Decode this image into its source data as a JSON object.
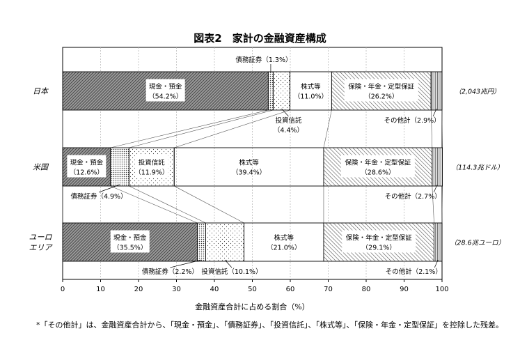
{
  "chart_data": {
    "type": "bar",
    "orientation": "horizontal",
    "stacked": true,
    "title": "図表2　家計の金融資産構成",
    "xlabel": "金融資産合計に占める割合（%）",
    "xlim": [
      0,
      100
    ],
    "xticks": [
      "0",
      "10",
      "20",
      "30",
      "40",
      "50",
      "60",
      "70",
      "80",
      "90",
      "100"
    ],
    "grid": "vertical",
    "categories": [
      "日本",
      "米国",
      "ユーロ\nエリア"
    ],
    "category_lines": [
      [
        "日本"
      ],
      [
        "米国"
      ],
      [
        "ユーロ",
        "エリア"
      ]
    ],
    "totals": [
      "（2,043兆円）",
      "（114.3兆ドル）",
      "（28.6兆ユーロ）"
    ],
    "series": [
      {
        "name": "現金・預金",
        "values": [
          54.2,
          12.6,
          35.5
        ],
        "pattern": "diag-dense"
      },
      {
        "name": "債務証券",
        "values": [
          1.3,
          4.9,
          2.2
        ],
        "pattern": "dots-dense"
      },
      {
        "name": "投資信託",
        "values": [
          4.4,
          11.9,
          10.1
        ],
        "pattern": "dots-sparse"
      },
      {
        "name": "株式等",
        "values": [
          11.0,
          39.4,
          21.0
        ],
        "pattern": "white"
      },
      {
        "name": "保険・年金・定型保証",
        "values": [
          26.2,
          28.6,
          29.1
        ],
        "pattern": "diag-sparse"
      },
      {
        "name": "その他計",
        "values": [
          2.9,
          2.7,
          2.1
        ],
        "pattern": "vertical"
      }
    ],
    "inside_labels": [
      {
        "bar": 0,
        "series": 0,
        "name": "現金・預金",
        "pct": "（54.2%）"
      },
      {
        "bar": 0,
        "series": 3,
        "name": "株式等",
        "pct": "（11.0%）"
      },
      {
        "bar": 0,
        "series": 4,
        "name": "保険・年金・定型保証",
        "pct": "（26.2%）"
      },
      {
        "bar": 1,
        "series": 0,
        "name": "現金・預金",
        "pct": "（12.6%）"
      },
      {
        "bar": 1,
        "series": 2,
        "name": "投資信託",
        "pct": "（11.9%）"
      },
      {
        "bar": 1,
        "series": 3,
        "name": "株式等",
        "pct": "（39.4%）"
      },
      {
        "bar": 1,
        "series": 4,
        "name": "保険・年金・定型保証",
        "pct": "（28.6%）"
      },
      {
        "bar": 2,
        "series": 0,
        "name": "現金・預金",
        "pct": "（35.5%）"
      },
      {
        "bar": 2,
        "series": 3,
        "name": "株式等",
        "pct": "（21.0%）"
      },
      {
        "bar": 2,
        "series": 4,
        "name": "保険・年金・定型保証",
        "pct": "（29.1%）"
      }
    ],
    "outside_labels": [
      {
        "bar": 0,
        "series": 1,
        "text": "債務証券（1.3%）",
        "side": "above"
      },
      {
        "bar": 0,
        "series": 2,
        "lines": [
          "投資信託",
          "（4.4%）"
        ],
        "side": "below"
      },
      {
        "bar": 0,
        "series": 5,
        "text": "その他計（2.9%）",
        "side": "below"
      },
      {
        "bar": 1,
        "series": 1,
        "text": "債務証券（4.9%）",
        "side": "below"
      },
      {
        "bar": 1,
        "series": 5,
        "text": "その他計（2.7%）",
        "side": "below"
      },
      {
        "bar": 2,
        "series": 1,
        "text": "債務証券（2.2%）",
        "side": "below"
      },
      {
        "bar": 2,
        "series": 2,
        "text": "投資信託（10.1%）",
        "side": "below"
      },
      {
        "bar": 2,
        "series": 5,
        "text": "その他計（2.1%）",
        "side": "below"
      }
    ],
    "footnote": "*「その他計」は、金融資産合計から、「現金・預金」、「債務証券」、「投資信託」、「株式等」、「保険・年金・定型保証」を控除した残差。"
  }
}
